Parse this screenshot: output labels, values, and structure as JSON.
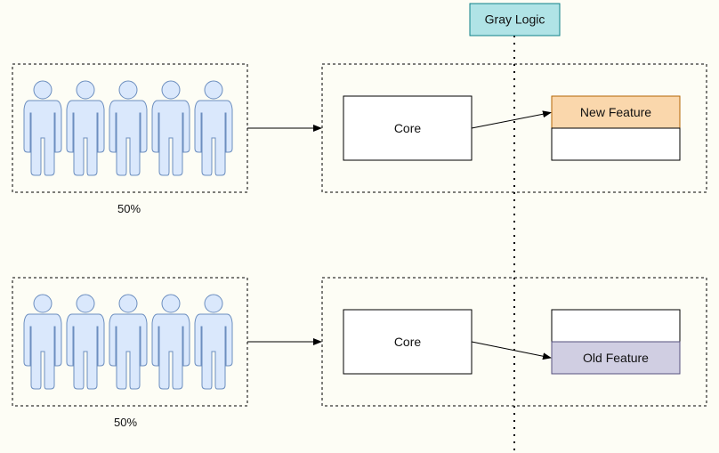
{
  "gray_logic": {
    "label": "Gray Logic",
    "fill": "#b0e3e6",
    "stroke": "#0e8088"
  },
  "groups": [
    {
      "users_percent": "50%",
      "core_label": "Core",
      "feature_label": "New Feature",
      "feature_fill": "#fad7ac",
      "feature_stroke": "#b46504",
      "feature_position": "top"
    },
    {
      "users_percent": "50%",
      "core_label": "Core",
      "feature_label": "Old Feature",
      "feature_fill": "#d0cee2",
      "feature_stroke": "#56517e",
      "feature_position": "bottom"
    }
  ],
  "colors": {
    "person_fill": "#dae8fc",
    "person_stroke": "#6c8ebf",
    "line": "#000000",
    "background": "#fdfdf5"
  },
  "icons": {
    "user": "person-icon"
  }
}
